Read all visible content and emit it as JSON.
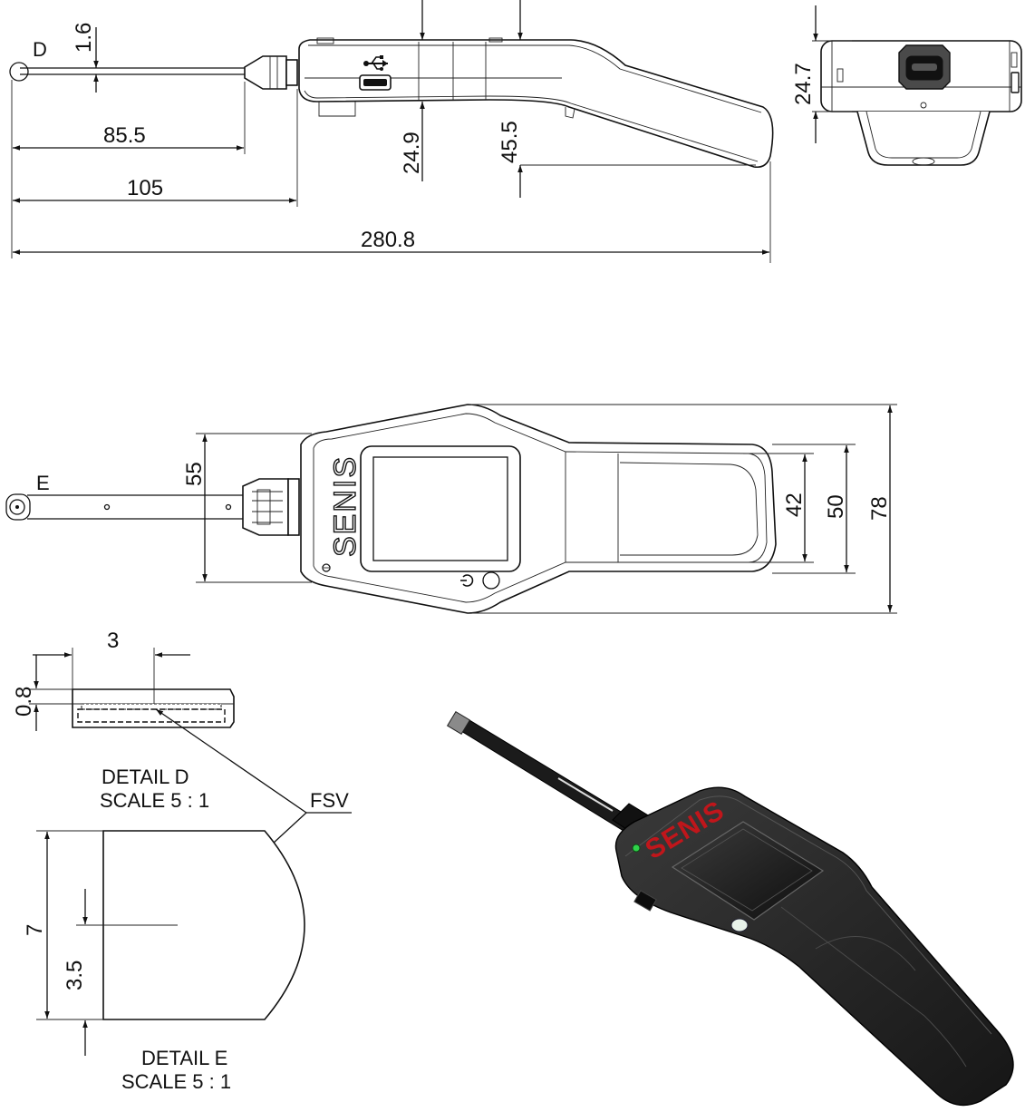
{
  "dimensions": {
    "probe_thickness": "1.6",
    "probe_length": "85.5",
    "probe_tip_to_body": "105",
    "overall_length": "280.8",
    "body_height": "24.9",
    "handle_height": "45.5",
    "end_view_height": "24.7",
    "head_width": "55",
    "handle_inner_width": "42",
    "handle_width": "50",
    "overall_width": "78",
    "detail_d_width": "3",
    "detail_d_height": "0.8",
    "detail_e_height": "7",
    "detail_e_half": "3.5"
  },
  "labels": {
    "detail_d_marker": "D",
    "detail_e_marker": "E",
    "brand": "SENIS",
    "brand_3d": "SENIS",
    "fsv": "FSV",
    "detail_d_title": "DETAIL D",
    "detail_d_scale": "SCALE 5 : 1",
    "detail_e_title": "DETAIL E",
    "detail_e_scale": "SCALE 5 : 1"
  },
  "colors": {
    "line": "#111111",
    "device_body": "#2a2a2a",
    "brand_red": "#c0161b",
    "led_green": "#2fd24a"
  },
  "icons": [
    "usb-icon",
    "power-icon"
  ]
}
